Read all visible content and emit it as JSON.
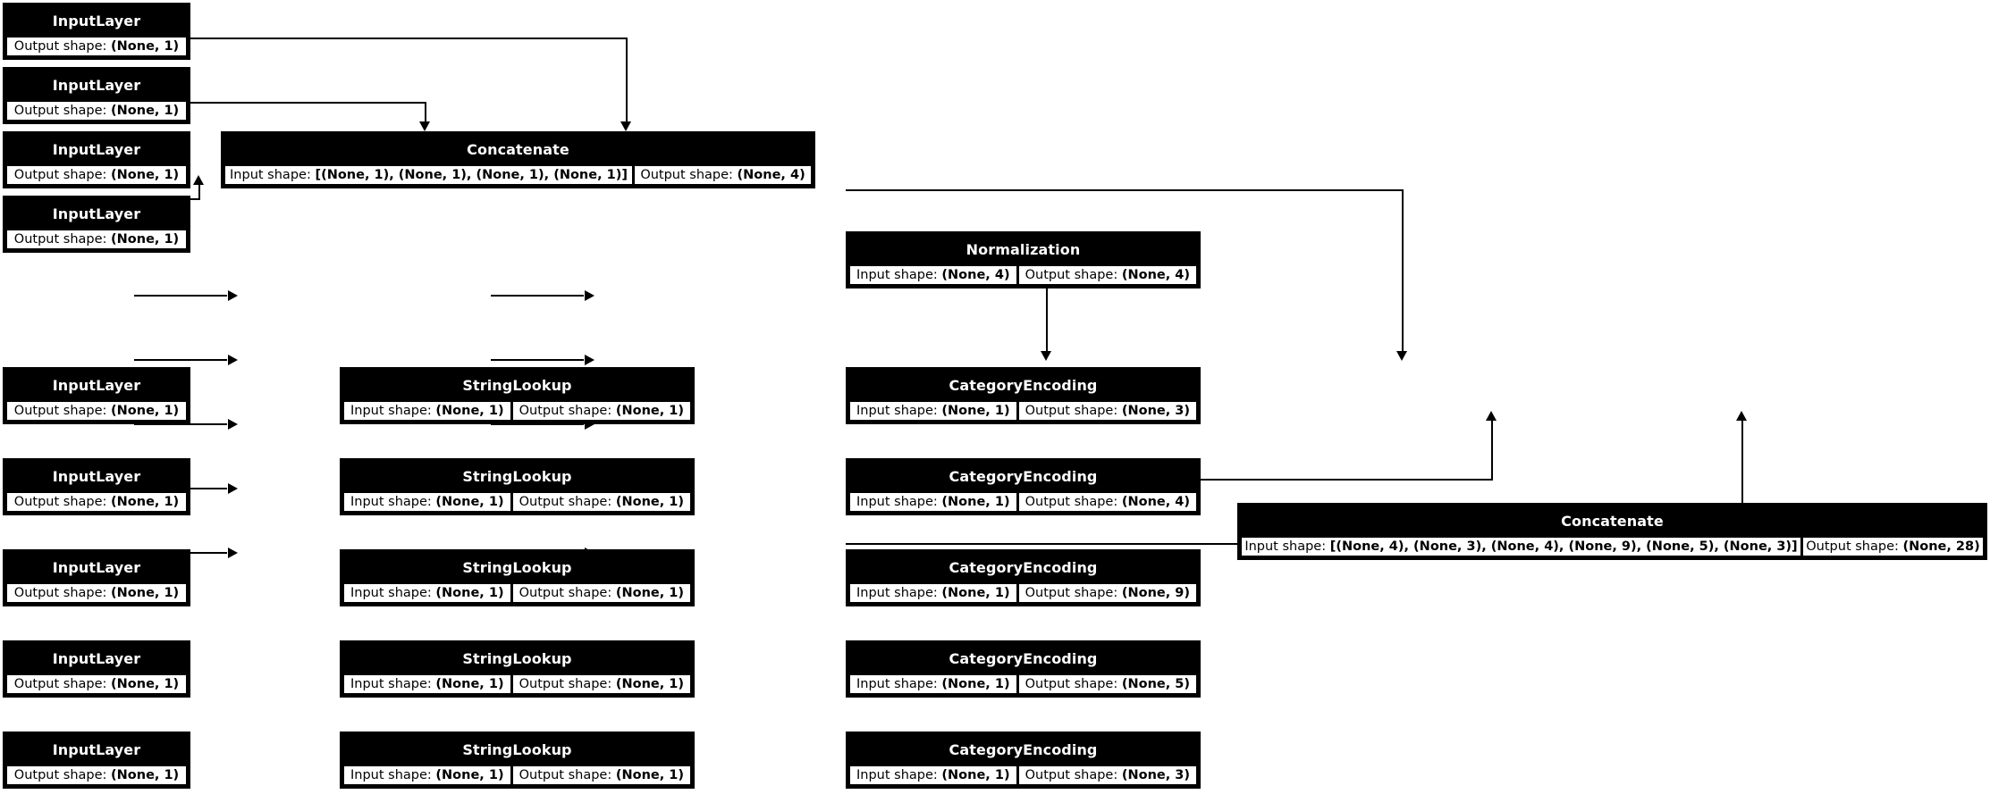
{
  "diagram": {
    "type": "keras-model-architecture",
    "title": "Keras functional model preprocessing graph",
    "labels": {
      "input_shape_prefix": "Input shape:",
      "output_shape_prefix": "Output shape:"
    },
    "colors": {
      "node_header_bg": "#000000",
      "node_header_text": "#ffffff",
      "node_body_bg": "#ffffff",
      "node_body_text": "#000000",
      "edge": "#000000",
      "canvas": "#ffffff"
    }
  },
  "nodes": {
    "numeric_inputs": [
      {
        "type": "InputLayer",
        "output_shape": "(None, 1)"
      },
      {
        "type": "InputLayer",
        "output_shape": "(None, 1)"
      },
      {
        "type": "InputLayer",
        "output_shape": "(None, 1)"
      },
      {
        "type": "InputLayer",
        "output_shape": "(None, 1)"
      }
    ],
    "numeric_concat": {
      "type": "Concatenate",
      "input_shape": "[(None, 1), (None, 1), (None, 1), (None, 1)]",
      "output_shape": "(None, 4)"
    },
    "normalization": {
      "type": "Normalization",
      "input_shape": "(None, 4)",
      "output_shape": "(None, 4)"
    },
    "categorical_rows": [
      {
        "input": {
          "type": "InputLayer",
          "output_shape": "(None, 1)"
        },
        "lookup": {
          "type": "StringLookup",
          "input_shape": "(None, 1)",
          "output_shape": "(None, 1)"
        },
        "encoding": {
          "type": "CategoryEncoding",
          "input_shape": "(None, 1)",
          "output_shape": "(None, 3)"
        }
      },
      {
        "input": {
          "type": "InputLayer",
          "output_shape": "(None, 1)"
        },
        "lookup": {
          "type": "StringLookup",
          "input_shape": "(None, 1)",
          "output_shape": "(None, 1)"
        },
        "encoding": {
          "type": "CategoryEncoding",
          "input_shape": "(None, 1)",
          "output_shape": "(None, 4)"
        }
      },
      {
        "input": {
          "type": "InputLayer",
          "output_shape": "(None, 1)"
        },
        "lookup": {
          "type": "StringLookup",
          "input_shape": "(None, 1)",
          "output_shape": "(None, 1)"
        },
        "encoding": {
          "type": "CategoryEncoding",
          "input_shape": "(None, 1)",
          "output_shape": "(None, 9)"
        }
      },
      {
        "input": {
          "type": "InputLayer",
          "output_shape": "(None, 1)"
        },
        "lookup": {
          "type": "StringLookup",
          "input_shape": "(None, 1)",
          "output_shape": "(None, 1)"
        },
        "encoding": {
          "type": "CategoryEncoding",
          "input_shape": "(None, 1)",
          "output_shape": "(None, 5)"
        }
      },
      {
        "input": {
          "type": "InputLayer",
          "output_shape": "(None, 1)"
        },
        "lookup": {
          "type": "StringLookup",
          "input_shape": "(None, 1)",
          "output_shape": "(None, 1)"
        },
        "encoding": {
          "type": "CategoryEncoding",
          "input_shape": "(None, 1)",
          "output_shape": "(None, 3)"
        }
      }
    ],
    "final_concat": {
      "type": "Concatenate",
      "input_shape": "[(None, 4), (None, 3), (None, 4), (None, 9), (None, 5), (None, 3)]",
      "output_shape": "(None, 28)"
    }
  }
}
